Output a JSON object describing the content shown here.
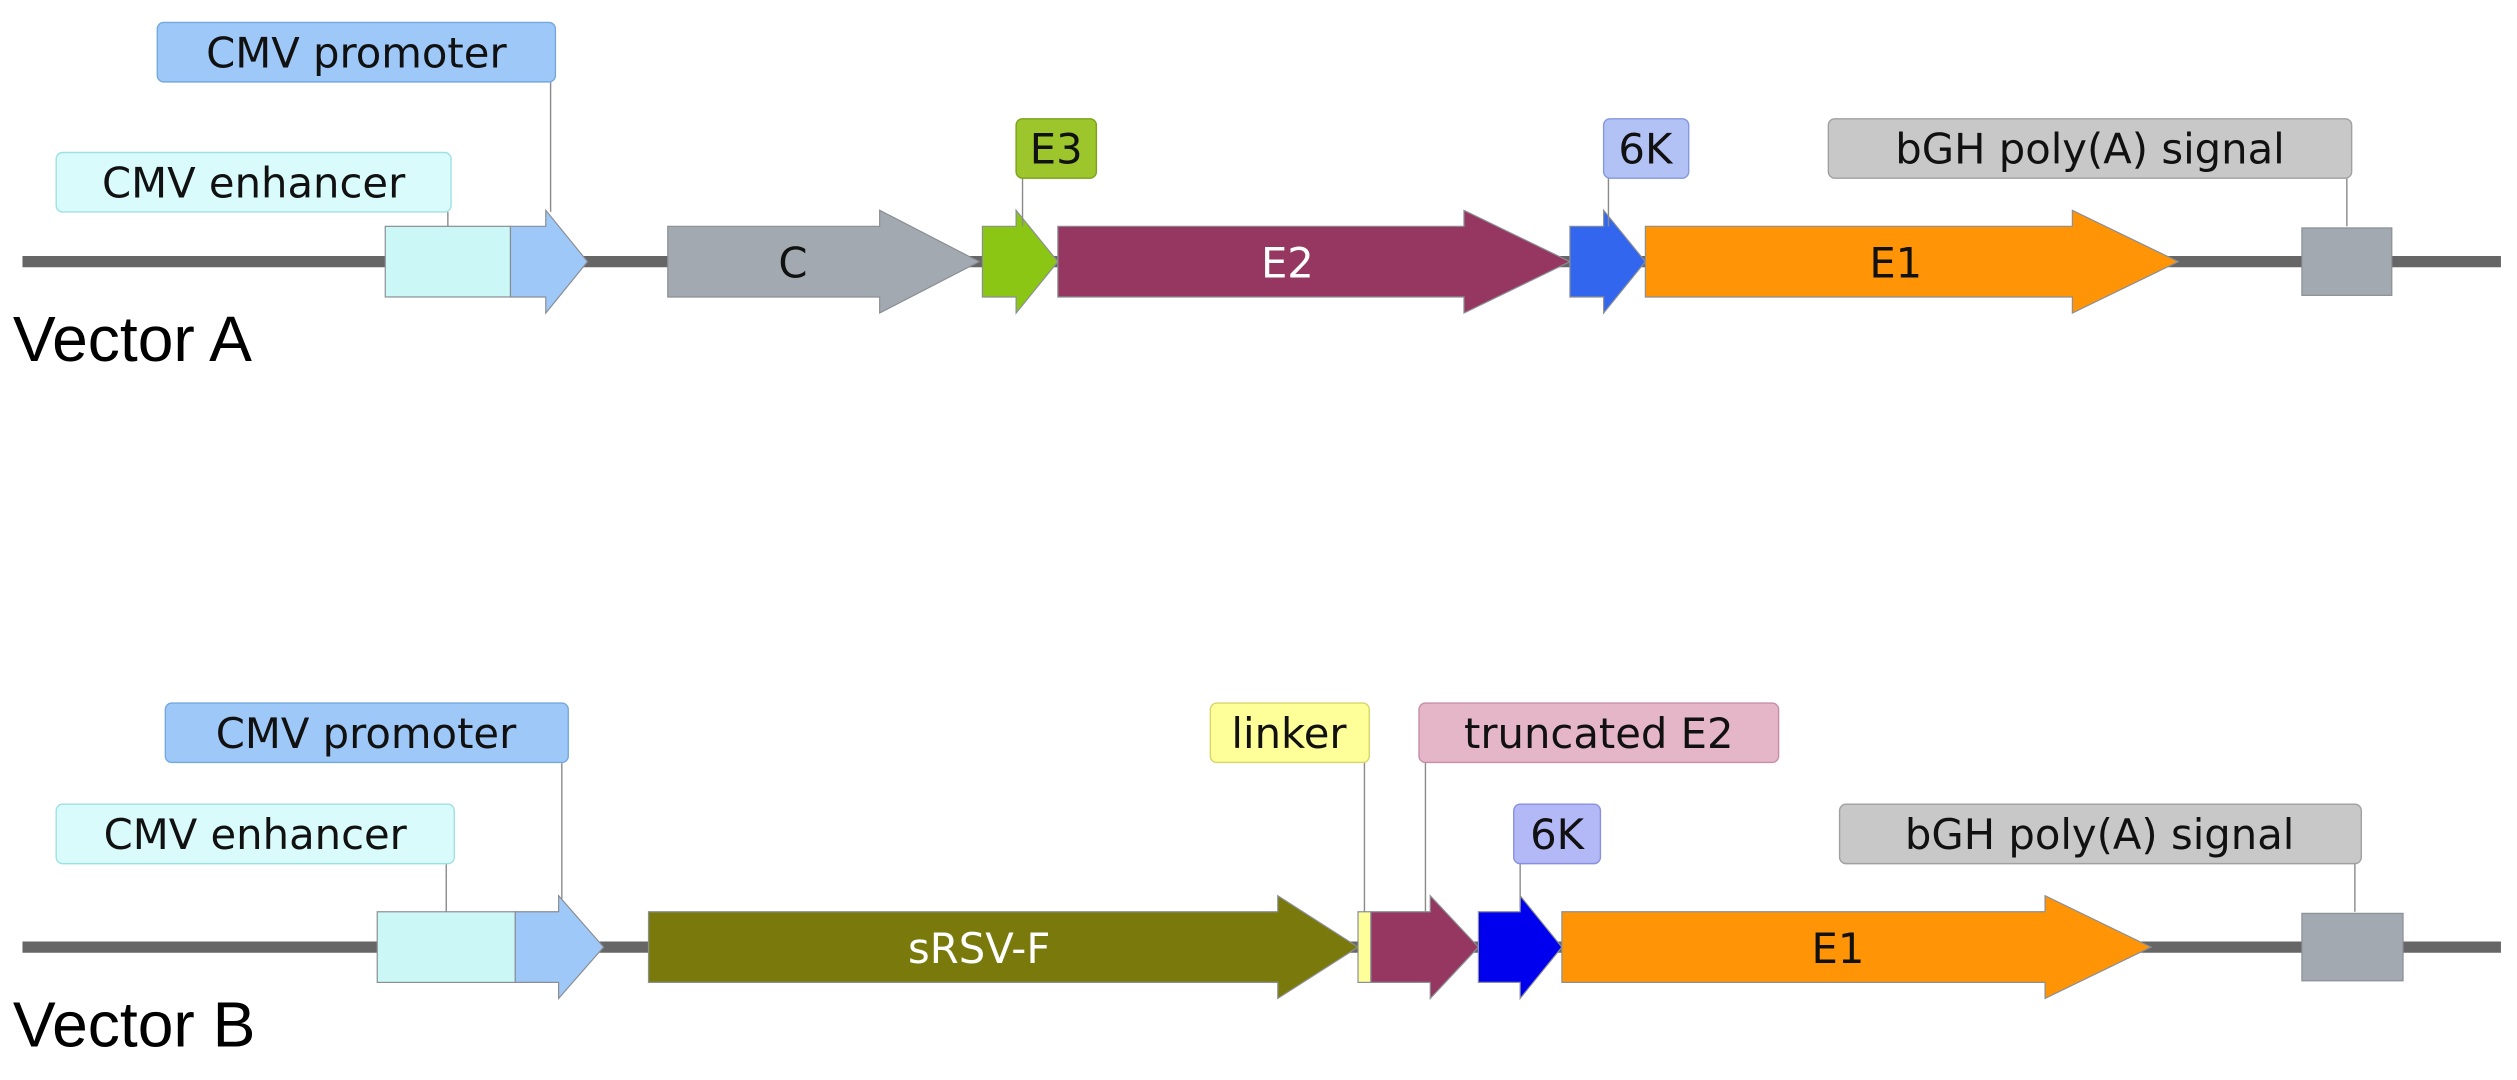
{
  "vectors": [
    {
      "title": "Vector A",
      "features": [
        {
          "id": "enh",
          "label": "CMV enhancer",
          "color": "#ccf7f7",
          "label_bg": "#d9fbfb",
          "label_border": "#9fe1e1",
          "shape": "box"
        },
        {
          "id": "prom",
          "label": "CMV promoter",
          "color": "#9ec8f7",
          "label_bg": "#9ec8f7",
          "label_border": "#74a8e0",
          "shape": "arrow"
        },
        {
          "id": "c",
          "label": "C",
          "color": "#a3a9b1",
          "shape": "arrow"
        },
        {
          "id": "e3",
          "label": "E3",
          "color": "#8cc614",
          "label_bg": "#9cc62b",
          "label_border": "#7aa318",
          "shape": "arrow"
        },
        {
          "id": "e2",
          "label": "E2",
          "color": "#963762",
          "shape": "arrow"
        },
        {
          "id": "k6",
          "label": "6K",
          "color": "#3366ee",
          "label_bg": "#b3c2f5",
          "label_border": "#8497e0",
          "shape": "arrow"
        },
        {
          "id": "e1",
          "label": "E1",
          "color": "#ff9506",
          "shape": "arrow"
        },
        {
          "id": "bgh",
          "label": "bGH poly(A) signal",
          "color": "#a3a9b1",
          "label_bg": "#c8c8c8",
          "label_border": "#a0a0a0",
          "shape": "box"
        }
      ]
    },
    {
      "title": "Vector B",
      "features": [
        {
          "id": "enh",
          "label": "CMV enhancer",
          "color": "#ccf7f7",
          "label_bg": "#d9fbfb",
          "label_border": "#9fe1e1",
          "shape": "box"
        },
        {
          "id": "prom",
          "label": "CMV promoter",
          "color": "#9ec8f7",
          "label_bg": "#9ec8f7",
          "label_border": "#74a8e0",
          "shape": "arrow"
        },
        {
          "id": "srsv",
          "label": "sRSV-F",
          "color": "#7a7a0c",
          "shape": "arrow"
        },
        {
          "id": "linker",
          "label": "linker",
          "color": "#ffff99",
          "label_bg": "#ffff99",
          "label_border": "#d6d66a",
          "shape": "box"
        },
        {
          "id": "te2",
          "label": "truncated E2",
          "color": "#963762",
          "label_bg": "#e5b6c8",
          "label_border": "#c78ea5",
          "shape": "arrow"
        },
        {
          "id": "k6",
          "label": "6K",
          "color": "#0000ee",
          "label_bg": "#b3b8f7",
          "label_border": "#8a90e0",
          "shape": "arrow"
        },
        {
          "id": "e1",
          "label": "E1",
          "color": "#ff9506",
          "shape": "arrow"
        },
        {
          "id": "bgh",
          "label": "bGH poly(A) signal",
          "color": "#a3a9b1",
          "label_bg": "#c8c8c8",
          "label_border": "#a0a0a0",
          "shape": "box"
        }
      ]
    }
  ],
  "colors": {
    "backbone": "#666666",
    "leader": "#8a8a8a",
    "outline": "#8a8f95",
    "title": "#000000"
  }
}
